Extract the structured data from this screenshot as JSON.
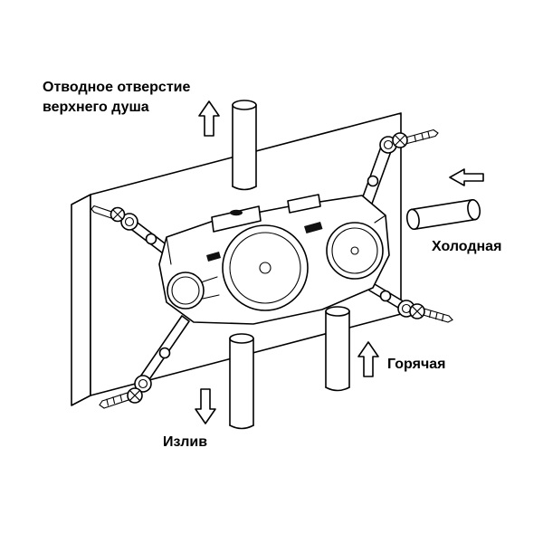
{
  "figure": {
    "labels": {
      "shower_outlet_line1": "Отводное отверстие",
      "shower_outlet_line2": "верхнего душа",
      "cold": "Холодная",
      "hot": "Горячая",
      "spout": "Излив"
    },
    "arrows": [
      {
        "name": "shower-outlet-arrow",
        "direction": "up"
      },
      {
        "name": "cold-inlet-arrow",
        "direction": "left"
      },
      {
        "name": "hot-inlet-arrow",
        "direction": "up"
      },
      {
        "name": "spout-outlet-arrow",
        "direction": "down"
      }
    ],
    "colors": {
      "line": "#000000",
      "background": "#ffffff"
    }
  }
}
